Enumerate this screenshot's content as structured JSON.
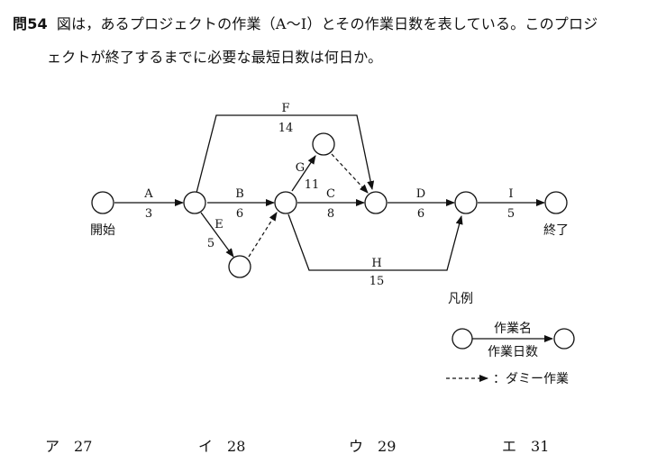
{
  "question": {
    "number": "問54",
    "line1": "図は，あるプロジェクトの作業（A～I）とその作業日数を表している。このプロジ",
    "line2": "ェクトが終了するまでに必要な最短日数は何日か。"
  },
  "diagram": {
    "start_label": "開始",
    "end_label": "終了",
    "activities": [
      {
        "name": "A",
        "days": "3"
      },
      {
        "name": "B",
        "days": "6"
      },
      {
        "name": "C",
        "days": "8"
      },
      {
        "name": "D",
        "days": "6"
      },
      {
        "name": "E",
        "days": "5"
      },
      {
        "name": "F",
        "days": "14"
      },
      {
        "name": "G",
        "days": "11"
      },
      {
        "name": "H",
        "days": "15"
      },
      {
        "name": "I",
        "days": "5"
      }
    ],
    "legend": {
      "title": "凡例",
      "task_name": "作業名",
      "task_days": "作業日数",
      "dummy_label": "：ダミー作業"
    }
  },
  "choices": [
    {
      "kana": "ア",
      "value": "27"
    },
    {
      "kana": "イ",
      "value": "28"
    },
    {
      "kana": "ウ",
      "value": "29"
    },
    {
      "kana": "エ",
      "value": "31"
    }
  ]
}
